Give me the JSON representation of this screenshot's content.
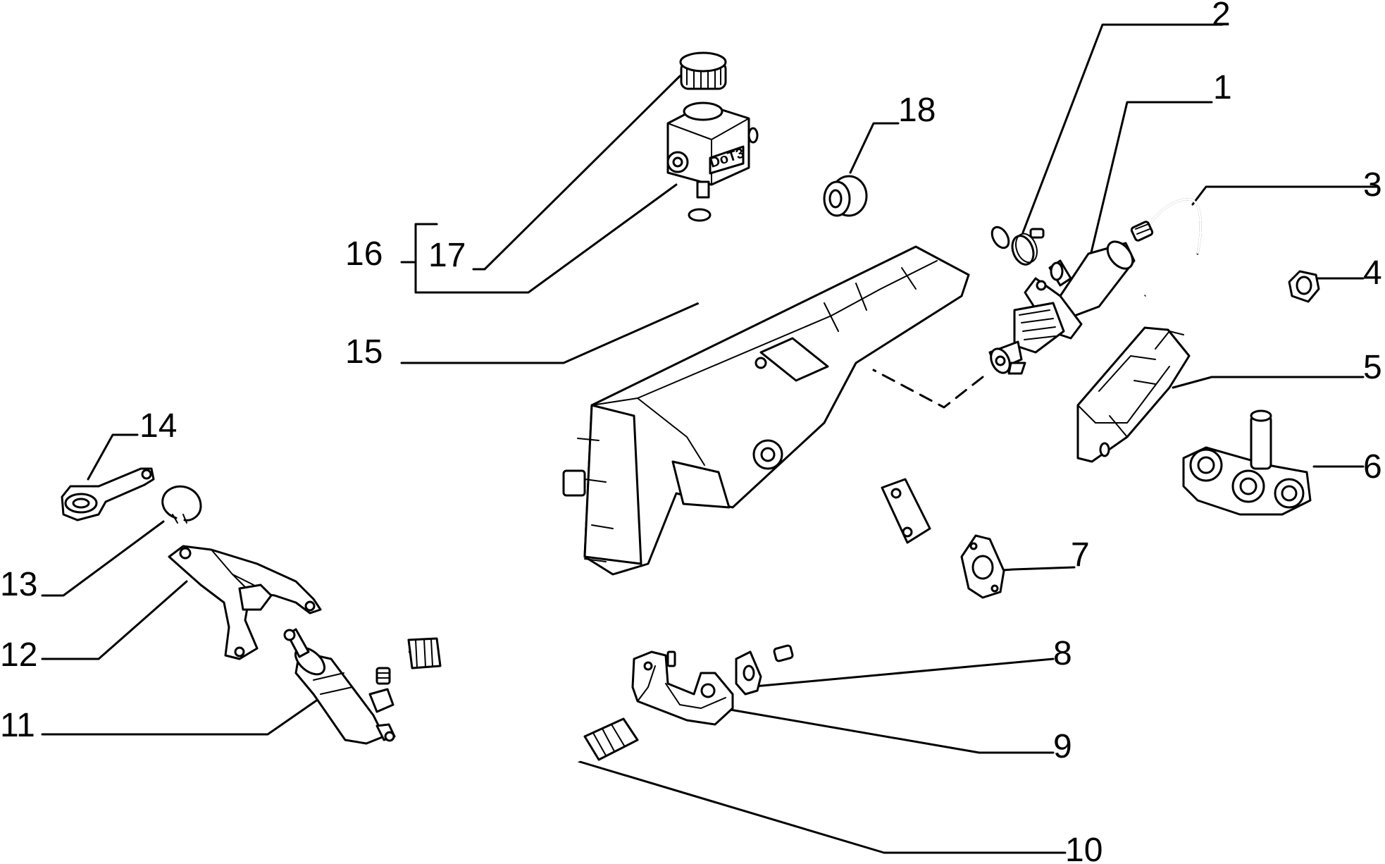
{
  "diagram": {
    "callouts": [
      "1",
      "2",
      "3",
      "4",
      "5",
      "6",
      "7",
      "8",
      "9",
      "10",
      "11",
      "12",
      "13",
      "14",
      "15",
      "16",
      "17",
      "18"
    ],
    "reservoir_marking": "DoT3"
  },
  "colors": {
    "line": "#000000",
    "background": "#ffffff"
  }
}
